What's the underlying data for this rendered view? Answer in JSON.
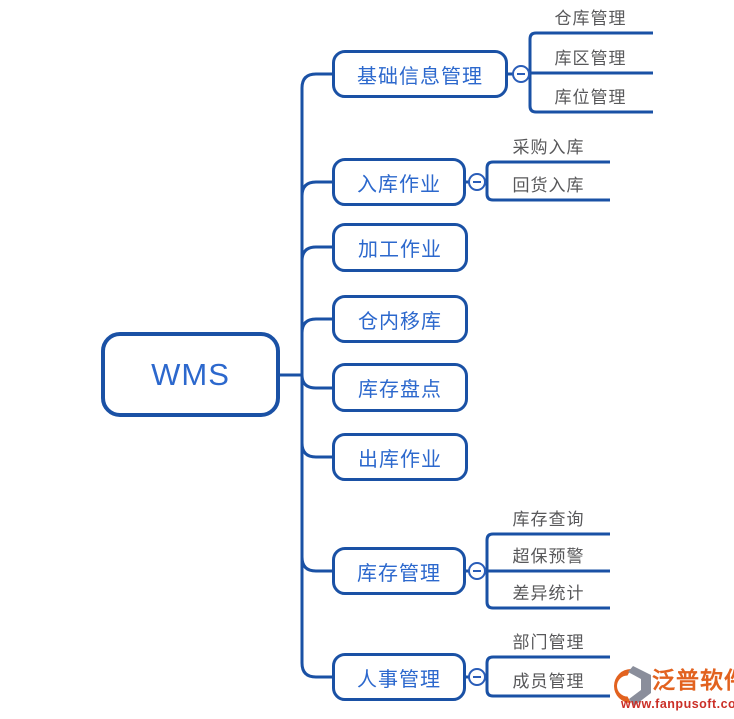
{
  "root": {
    "label": "WMS"
  },
  "branches": [
    {
      "label": "基础信息管理",
      "children": [
        "仓库管理",
        "库区管理",
        "库位管理"
      ]
    },
    {
      "label": "入库作业",
      "children": [
        "采购入库",
        "回货入库"
      ]
    },
    {
      "label": "加工作业",
      "children": []
    },
    {
      "label": "仓内移库",
      "children": []
    },
    {
      "label": "库存盘点",
      "children": []
    },
    {
      "label": "出库作业",
      "children": []
    },
    {
      "label": "库存管理",
      "children": [
        "库存查询",
        "超保预警",
        "差异统计"
      ]
    },
    {
      "label": "人事管理",
      "children": [
        "部门管理",
        "成员管理"
      ]
    }
  ],
  "watermark": {
    "brand": "泛普软件",
    "url": "www.fanpusoft.com"
  },
  "colors": {
    "line_blue": "#1a51a5",
    "node_text_blue": "#2c68cd",
    "child_text_gray": "#58585a",
    "brand_orange": "#e2621f",
    "url_red": "#cb2f27",
    "logo_gray": "#8a8e9b"
  }
}
